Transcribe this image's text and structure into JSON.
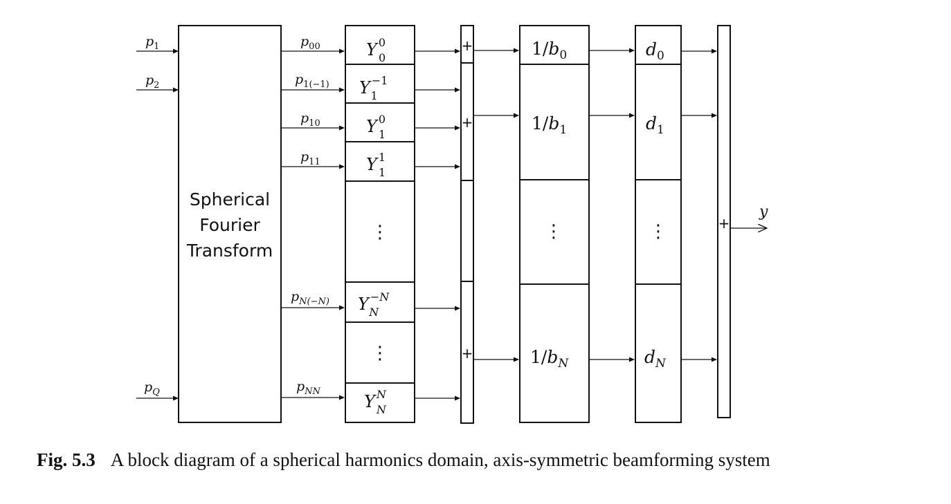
{
  "inputs": {
    "p1": {
      "base": "p",
      "sub": "1"
    },
    "p2": {
      "base": "p",
      "sub": "2"
    },
    "pQ": {
      "base": "p",
      "sub": "Q"
    }
  },
  "transform": {
    "line1": "Spherical",
    "line2": "Fourier",
    "line3": "Transform"
  },
  "coeffs": {
    "p00": {
      "base": "p",
      "sub": "00"
    },
    "p1m1": {
      "base": "p",
      "sub": "1(−1)"
    },
    "p10": {
      "base": "p",
      "sub": "10"
    },
    "p11": {
      "base": "p",
      "sub": "11"
    },
    "pNmN": {
      "base": "p",
      "sub": "N(−N)"
    },
    "pNN": {
      "base": "p",
      "sub": "NN"
    }
  },
  "harmonics": {
    "y00": {
      "base": "Y",
      "sub": "0",
      "sup": "0"
    },
    "y1m1": {
      "base": "Y",
      "sub": "1",
      "sup": "−1"
    },
    "y10": {
      "base": "Y",
      "sub": "1",
      "sup": "0"
    },
    "y11": {
      "base": "Y",
      "sub": "1",
      "sup": "1"
    },
    "yNmN": {
      "base": "Y",
      "sub": "N",
      "sup": "−N"
    },
    "yNN": {
      "base": "Y",
      "sub": "N",
      "sup": "N"
    }
  },
  "sum_symbol": "+",
  "vdots": "⋮",
  "inverse_b": {
    "b0": {
      "prefix": "1/",
      "base": "b",
      "sub": "0"
    },
    "b1": {
      "prefix": "1/",
      "base": "b",
      "sub": "1"
    },
    "bN": {
      "prefix": "1/",
      "base": "b",
      "sub": "N"
    }
  },
  "weights": {
    "d0": {
      "base": "d",
      "sub": "0"
    },
    "d1": {
      "base": "d",
      "sub": "1"
    },
    "dN": {
      "base": "d",
      "sub": "N"
    }
  },
  "output_label": "y",
  "caption": {
    "figure_number": "Fig. 5.3",
    "text": "A block diagram of a spherical harmonics domain, axis-symmetric beamforming system"
  }
}
